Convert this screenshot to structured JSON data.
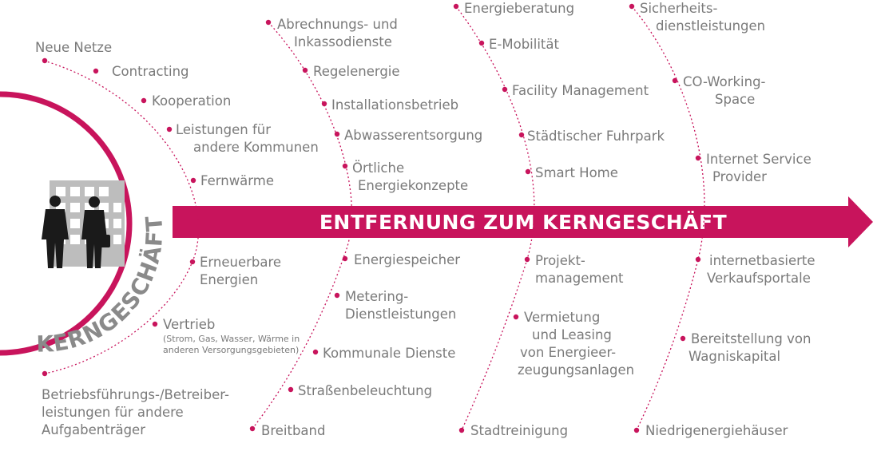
{
  "arrow": {
    "label": "ENTFERNUNG ZUM KERNGESCHÄFT"
  },
  "core": {
    "label": "KERNGESCHÄFT"
  },
  "colors": {
    "accent": "#c8145c",
    "text": "#7a7a7a",
    "core_text": "#8a8a8a",
    "people": "#1a1a1a",
    "building": "#bdbdbd"
  },
  "icons": [
    "business-people-icon",
    "office-building-icon"
  ],
  "rings": [
    {
      "name": "ring-1",
      "items": [
        {
          "lines": [
            "Neue Netze"
          ]
        },
        {
          "lines": [
            "Contracting"
          ]
        },
        {
          "lines": [
            "Kooperation"
          ]
        },
        {
          "lines": [
            "Leistungen für",
            "andere Kommunen"
          ]
        },
        {
          "lines": [
            "Fernwärme"
          ]
        },
        {
          "lines": [
            "Erneuerbare",
            "Energien"
          ]
        },
        {
          "lines": [
            "Vertrieb"
          ],
          "small": [
            "(Strom, Gas, Wasser, Wärme in",
            "anderen Versorgungsgebieten)"
          ]
        },
        {
          "lines": [
            "Betriebsführungs-/Betreiber-",
            "leistungen für andere",
            "Aufgabenträger"
          ]
        }
      ]
    },
    {
      "name": "ring-2",
      "items": [
        {
          "lines": [
            "Abrechnungs- und",
            "Inkassodienste"
          ]
        },
        {
          "lines": [
            "Regelenergie"
          ]
        },
        {
          "lines": [
            "Installationsbetrieb"
          ]
        },
        {
          "lines": [
            "Abwasserentsorgung"
          ]
        },
        {
          "lines": [
            "Örtliche",
            "Energiekonzepte"
          ]
        },
        {
          "lines": [
            "Energiespeicher"
          ]
        },
        {
          "lines": [
            "Metering-",
            "Dienstleistungen"
          ]
        },
        {
          "lines": [
            "Kommunale Dienste"
          ]
        },
        {
          "lines": [
            "Straßenbeleuchtung"
          ]
        },
        {
          "lines": [
            "Breitband"
          ]
        }
      ]
    },
    {
      "name": "ring-3",
      "items": [
        {
          "lines": [
            "Energieberatung"
          ]
        },
        {
          "lines": [
            "E-Mobilität"
          ]
        },
        {
          "lines": [
            "Facility Management"
          ]
        },
        {
          "lines": [
            "Städtischer Fuhrpark"
          ]
        },
        {
          "lines": [
            "Smart Home"
          ]
        },
        {
          "lines": [
            "Projekt-",
            "management"
          ]
        },
        {
          "lines": [
            "Vermietung",
            "und Leasing",
            "von Energieer-",
            "zeugungsanlagen"
          ]
        },
        {
          "lines": [
            "Stadtreinigung"
          ]
        }
      ]
    },
    {
      "name": "ring-4",
      "items": [
        {
          "lines": [
            "Sicherheits-",
            "dienstleistungen"
          ]
        },
        {
          "lines": [
            "CO-Working-",
            "Space"
          ]
        },
        {
          "lines": [
            "Internet Service",
            "Provider"
          ]
        },
        {
          "lines": [
            "internetbasierte",
            "Verkaufsportale"
          ]
        },
        {
          "lines": [
            "Bereitstellung von",
            "Wagniskapital"
          ]
        },
        {
          "lines": [
            "Niedrigenergiehäuser"
          ]
        }
      ]
    }
  ]
}
